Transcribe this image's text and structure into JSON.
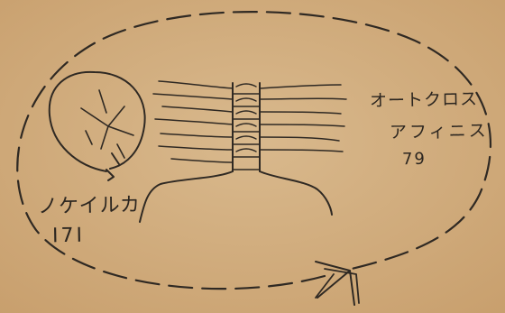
{
  "labels": {
    "left_line1": "ノケイルカ",
    "left_line2": "I7I",
    "right_line1": "オートクロス",
    "right_line2": "アフィニス",
    "right_line3": "79"
  }
}
